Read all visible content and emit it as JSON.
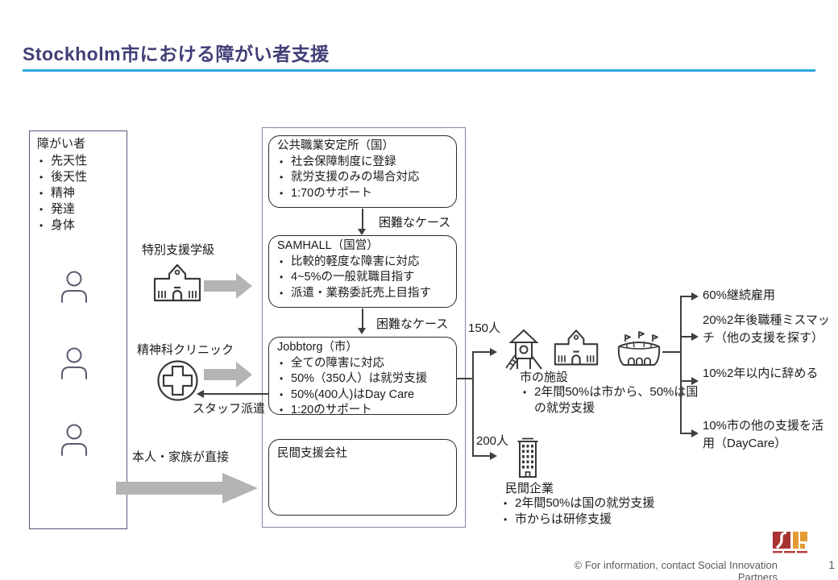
{
  "title": "Stockholm市における障がい者支援",
  "disabled_box": {
    "title": "障がい者",
    "items": [
      "先天性",
      "後天性",
      "精神",
      "発達",
      "身体"
    ]
  },
  "pipeline": {
    "public_office": {
      "title": "公共職業安定所（国）",
      "items": [
        "社会保障制度に登録",
        "就労支援のみの場合対応",
        "1:70のサポート"
      ]
    },
    "difficult_case_label_1": "困難なケース",
    "samhall": {
      "title": "SAMHALL（国営）",
      "items": [
        "比較的軽度な障害に対応",
        "4~5%の一般就職目指す",
        "派遣・業務委託売上目指す"
      ]
    },
    "difficult_case_label_2": "困難なケース",
    "jobbtorg": {
      "title": "Jobbtorg（市）",
      "items": [
        "全ての障害に対応",
        "50%（350人）は就労支援",
        "50%(400人)はDay Care",
        "1:20のサポート"
      ]
    },
    "private_support": {
      "title": "民間支援会社"
    }
  },
  "referrals": {
    "special_school": "特別支援学級",
    "psychiatric_clinic": "精神科クリニック",
    "staff_dispatch": "スタッフ派遣",
    "direct_application": "本人・家族が直接"
  },
  "placements": {
    "city_count": "150人",
    "company_count": "200人",
    "city_facility": {
      "title": "市の施設",
      "items": [
        "2年間50%は市から、50%は国の就労支援"
      ]
    },
    "private_company": {
      "title": "民間企業",
      "items": [
        "2年間50%は国の就労支援",
        "市からは研修支援"
      ]
    }
  },
  "outcomes": {
    "items": [
      "60%継続雇用",
      "20%2年後職種ミスマッチ（他の支援を探す）",
      "10%2年以内に辞める",
      "10%市の他の支援を活用（DayCare）"
    ]
  },
  "footer": {
    "copyright": "© For information, contact  Social Innovation Partners",
    "page_number": "1"
  },
  "icons": [
    "person-icon",
    "school-building-icon",
    "clinic-cross-icon",
    "playground-slide-icon",
    "stadium-icon",
    "office-building-icon",
    "sip-logo"
  ],
  "colors": {
    "title_text": "#403f77",
    "accent_underline": "#2ba7de",
    "left_box_border": "#54547c",
    "container_border": "#8585a0",
    "flow_box_border": "#2a2a2a",
    "fat_arrow_gray": "#b4b4b4",
    "connector_line": "#3f3f3f",
    "logo_red": "#a93331",
    "logo_orange": "#e39b33"
  }
}
